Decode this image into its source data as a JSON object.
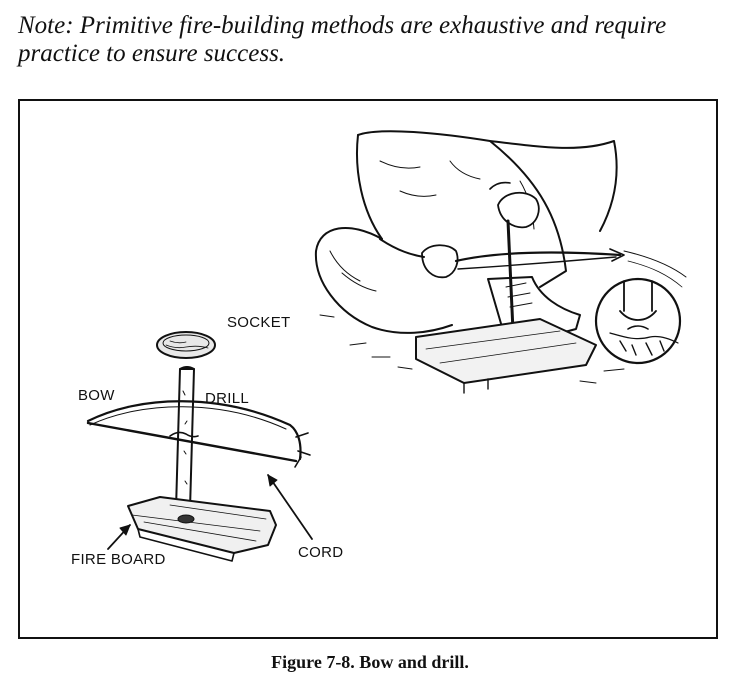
{
  "note": {
    "text": "Note: Primitive fire-building methods are exhaustive and require practice to ensure  success."
  },
  "figure": {
    "labels": {
      "socket": "SOCKET",
      "bow": "BOW",
      "drill": "DRILL",
      "fire_board": "FIRE BOARD",
      "cord": "CORD"
    },
    "caption": "Figure 7-8. Bow and drill."
  }
}
